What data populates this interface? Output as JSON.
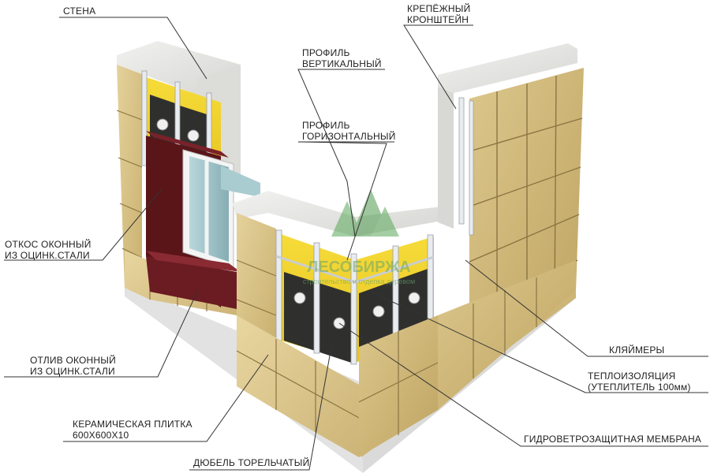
{
  "labels": {
    "wall": "СТЕНА",
    "bracket": "КРЕПЁЖНЫЙ\nКРОНШТЕЙН",
    "vertical_profile": "ПРОФИЛЬ\nВЕРТИКАЛЬНЫЙ",
    "horizontal_profile": "ПРОФИЛЬ\nГОРИЗОНТАЛЬНЫЙ",
    "window_slope": "ОТКОС ОКОННЫЙ\nИЗ ОЦИНК.СТАЛИ",
    "window_drip": "ОТЛИВ ОКОННЫЙ\nИЗ ОЦИНК.СТАЛИ",
    "ceramic_tile": "КЕРАМИЧЕСКАЯ ПЛИТКА\n600Х600Х10",
    "dowel": "ДЮБЕЛЬ ТОРЕЛЬЧАТЫЙ",
    "clamps": "КЛЯЙМЕРЫ",
    "insulation": "ТЕПЛОИЗОЛЯЦИЯ\n(УТЕПЛИТЕЛЬ 100мм)",
    "membrane": "ГИДРОВЕТРОЗАЩИТНАЯ МЕМБРАНА"
  },
  "watermark": {
    "brand": "ЛЕСОБИРЖА",
    "tagline": "строительство и отделка деревом"
  },
  "colors": {
    "tile": "#d4bf86",
    "tile_grout": "#8b7542",
    "wall": "#e6e6e3",
    "insulation": "#f2d22a",
    "membrane": "#2f302e",
    "window_frame": "#6b1b22",
    "profile": "#e9ecef",
    "glass": "#9fc4c9",
    "leader_line": "#333333"
  }
}
